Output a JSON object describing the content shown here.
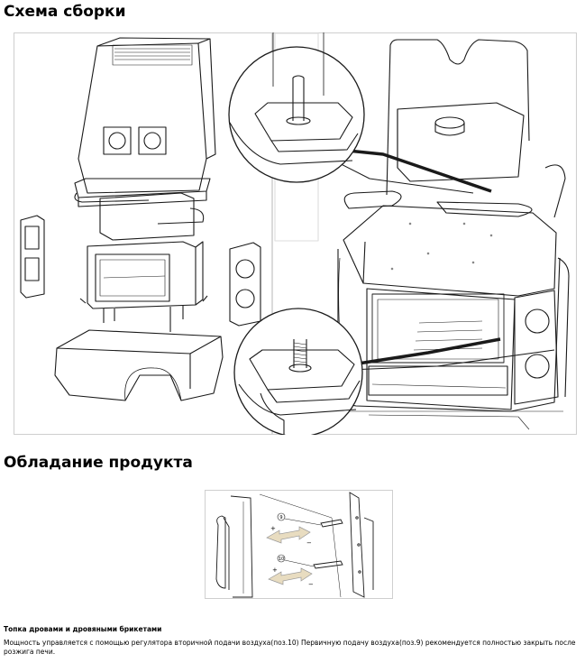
{
  "sections": {
    "assembly_title": "Схема сборки",
    "ownership_title": "Обладание продукта"
  },
  "instructions": {
    "heading": "Топка дровами и дровяными брикетами",
    "text": "Мощность управляется с помощью регулятора вторичной подачи воздуха(поз.10) Первичную подачу воздуха(поз.9) рекомендуется полностью закрыть после розжига печи."
  },
  "regulator_figure": {
    "label_9": "9",
    "label_10": "10",
    "plus_sign": "+",
    "minus_sign": "−"
  },
  "colors": {
    "line": "#1a1a1a",
    "frame": "#cfcfcf",
    "arrow_fill": "#e8dcc0"
  }
}
